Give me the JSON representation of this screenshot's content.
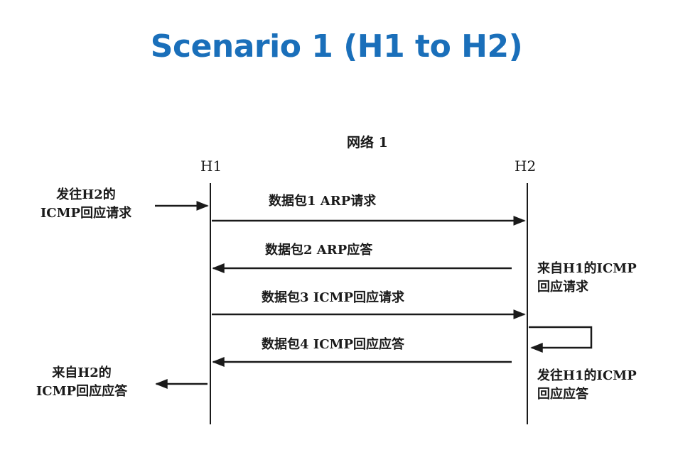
{
  "title": "Scenario 1 (H1 to H2)",
  "network_label": "网络 1",
  "hosts": {
    "left": "H1",
    "right": "H2"
  },
  "side_notes": {
    "h1_out_line1": "发往H2的",
    "h1_out_line2": "ICMP回应请求",
    "h1_in_line1": "来自H2的",
    "h1_in_line2": "ICMP回应应答",
    "h2_in_line1": "来自H1的ICMP",
    "h2_in_line2": "回应请求",
    "h2_out_line1": "发往H1的ICMP",
    "h2_out_line2": "回应应答"
  },
  "messages": [
    {
      "label": "数据包1  ARP请求",
      "direction": "H1→H2"
    },
    {
      "label": "数据包2  ARP应答",
      "direction": "H2→H1"
    },
    {
      "label": "数据包3  ICMP回应请求",
      "direction": "H1→H2"
    },
    {
      "label": "数据包4  ICMP回应应答",
      "direction": "H2→H1"
    }
  ]
}
